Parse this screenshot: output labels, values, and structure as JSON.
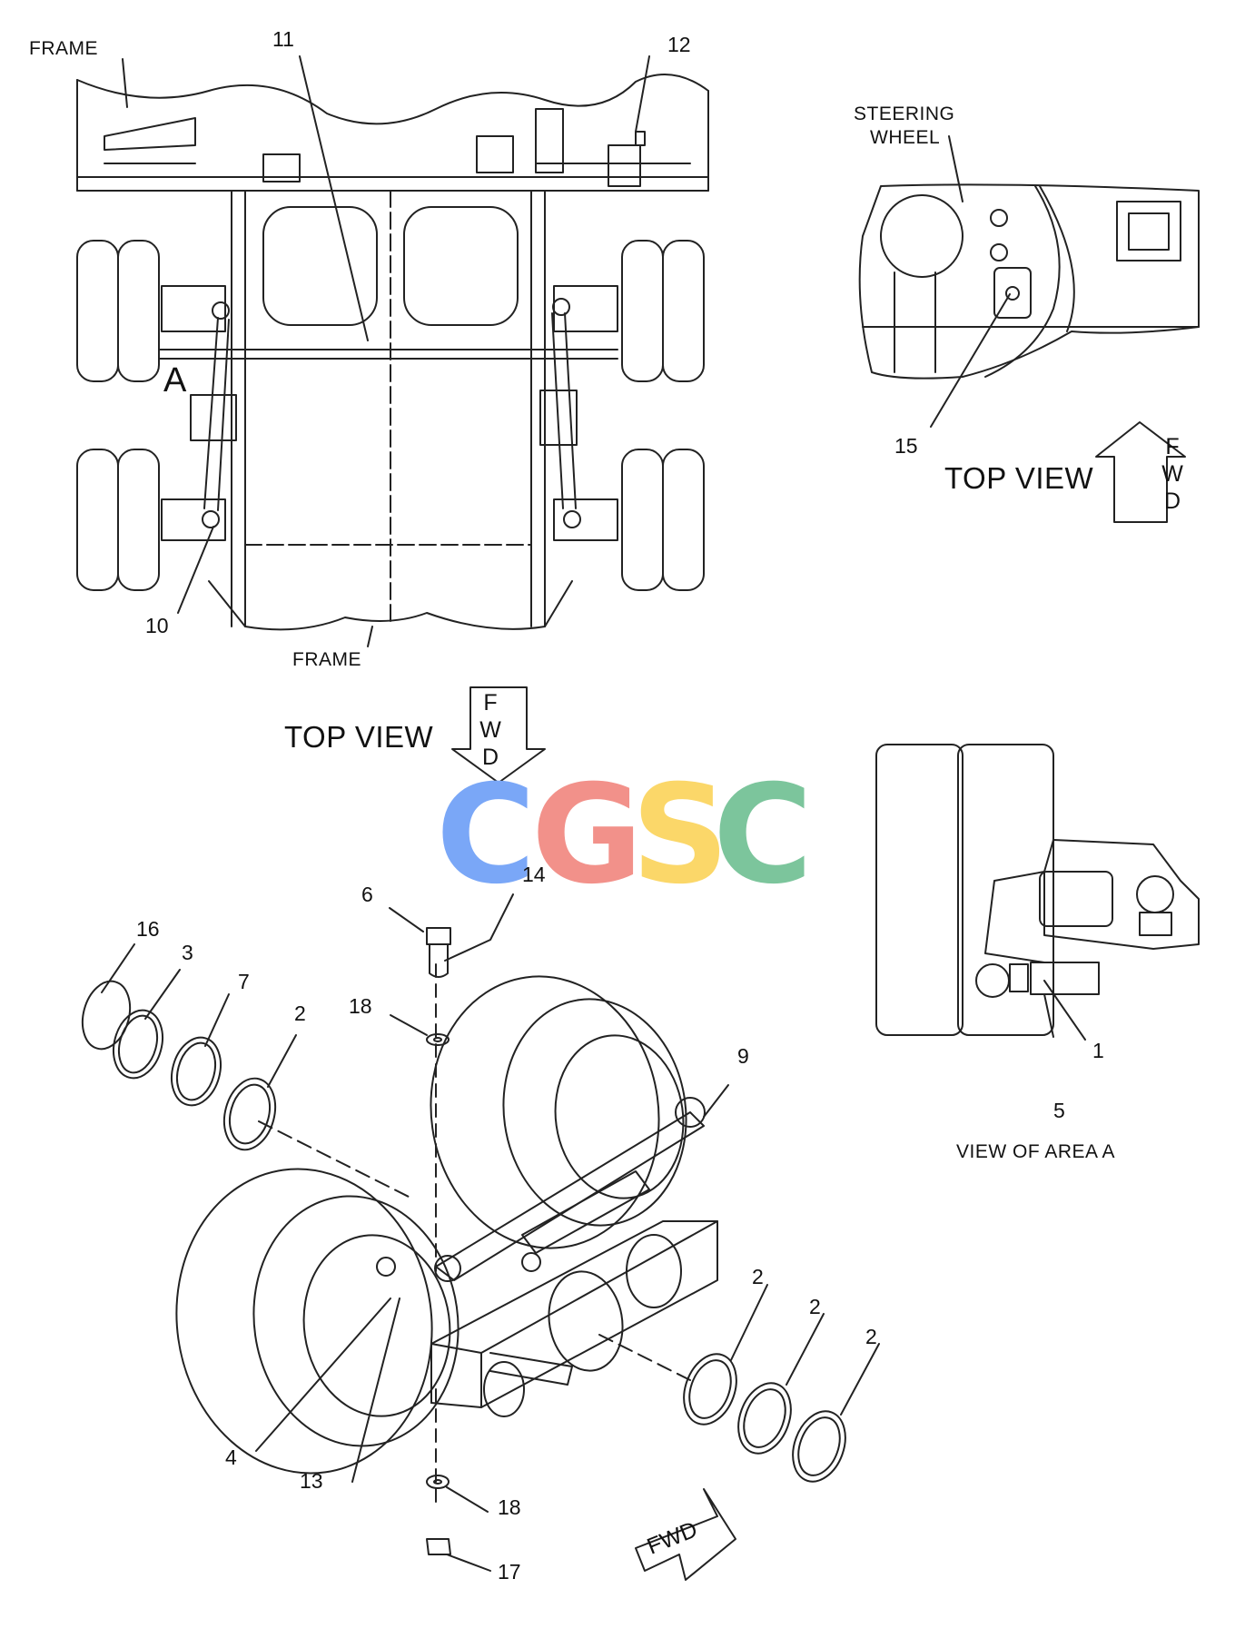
{
  "labels": {
    "frame_top": "FRAME",
    "frame_bottom": "FRAME",
    "area_a": "A",
    "top_view_1": "TOP VIEW",
    "top_view_2": "TOP VIEW",
    "steering_wheel_1": "STEERING",
    "steering_wheel_2": "WHEEL",
    "view_area_a": "VIEW OF AREA A"
  },
  "fwd_arrows": {
    "right_top": [
      "F",
      "W",
      "D"
    ],
    "middle": [
      "F",
      "W",
      "D"
    ],
    "bottom": "FWD"
  },
  "callouts": {
    "c1": "1",
    "c2a": "2",
    "c2b": "2",
    "c2c": "2",
    "c2d": "2",
    "c3": "3",
    "c4": "4",
    "c5": "5",
    "c6": "6",
    "c7": "7",
    "c9": "9",
    "c10": "10",
    "c11": "11",
    "c12": "12",
    "c13": "13",
    "c14": "14",
    "c15": "15",
    "c16": "16",
    "c17": "17",
    "c18a": "18",
    "c18b": "18"
  },
  "watermark": {
    "letters": [
      "C",
      "G",
      "S",
      "C"
    ],
    "colors": [
      "#7aa7f7",
      "#f2918a",
      "#fbd769",
      "#7cc59c"
    ]
  }
}
